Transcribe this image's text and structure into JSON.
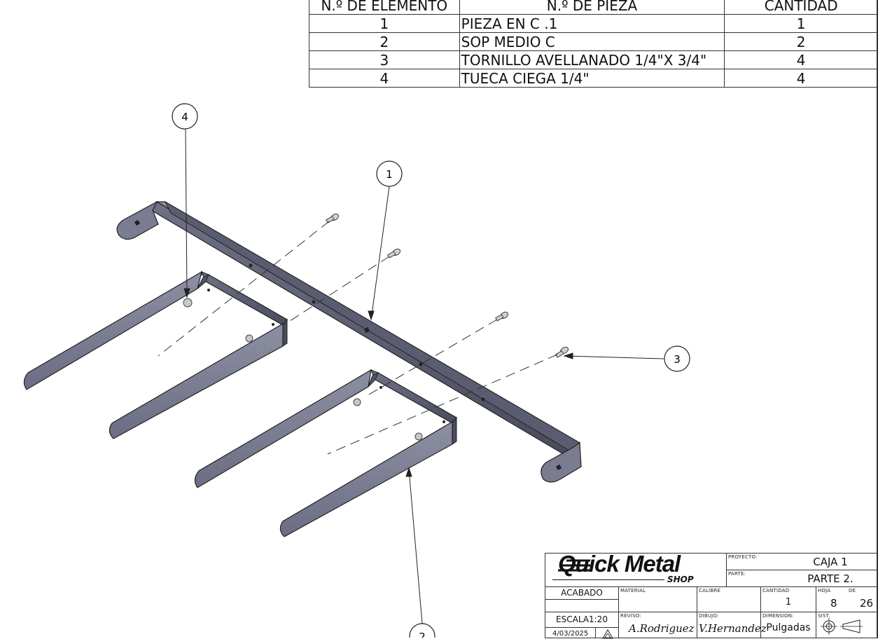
{
  "bom": {
    "headers": [
      "N.º DE ELEMENTO",
      "N.º DE PIEZA",
      "CANTIDAD"
    ],
    "rows": [
      {
        "item": "1",
        "part": "PIEZA EN C .1",
        "qty": "1"
      },
      {
        "item": "2",
        "part": "SOP MEDIO C",
        "qty": "2"
      },
      {
        "item": "3",
        "part": "TORNILLO AVELLANADO 1/4\"X 3/4\"",
        "qty": "4"
      },
      {
        "item": "4",
        "part": "TUECA CIEGA 1/4\"",
        "qty": "4"
      }
    ]
  },
  "balloons": {
    "b1": "1",
    "b2": "2",
    "b3": "3",
    "b4": "4"
  },
  "title_block": {
    "logo": "Quick Metal",
    "logo_sub": "SHOP",
    "proyecto_label": "PROYECTO:",
    "proyecto": "CAJA 1",
    "parte_label": "PARTE:",
    "parte": "PARTE 2.",
    "acabado": "ACABADO",
    "material_label": "MATERIAL",
    "calibre_label": "CALIBRE",
    "cantidad_label": "CANTIDAD",
    "cantidad": "1",
    "hoja_label": "HOJA",
    "de_label": "DE",
    "hoja": "8",
    "de": "26",
    "escala": "ESCALA1:20",
    "reviso_label": "REVISO:",
    "reviso": "A.Rodriguez",
    "dibujo_label": "DIBUJO:",
    "dibujo": "V.Hernandez",
    "dimension_label": "DIMENSION:",
    "dimension": "Pulgadas",
    "sist_label": "SIST.",
    "fecha": "4/03/2025"
  },
  "colors": {
    "part_top": "#7d7f94",
    "part_face": "#5f6175",
    "part_dark": "#3a3c4c",
    "line": "#222222"
  }
}
